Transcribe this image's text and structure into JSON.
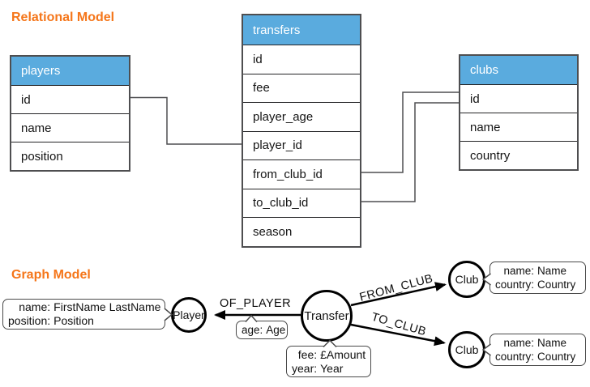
{
  "colors": {
    "accent_orange": "#f5761a",
    "table_header_blue": "#5aabde"
  },
  "relational": {
    "title": "Relational Model",
    "tables": {
      "players": {
        "name": "players",
        "rows": [
          "id",
          "name",
          "position"
        ]
      },
      "transfers": {
        "name": "transfers",
        "rows": [
          "id",
          "fee",
          "player_age",
          "player_id",
          "from_club_id",
          "to_club_id",
          "season"
        ]
      },
      "clubs": {
        "name": "clubs",
        "rows": [
          "id",
          "name",
          "country"
        ]
      }
    }
  },
  "graph": {
    "title": "Graph Model",
    "nodes": {
      "player": "Player",
      "transfer": "Transfer",
      "club_from": "Club",
      "club_to": "Club"
    },
    "edges": {
      "of_player": "OF_PLAYER",
      "from_club": "FROM_CLUB",
      "to_club": "TO_CLUB"
    },
    "callouts": {
      "player": [
        {
          "k": "name:",
          "v": "FirstName LastName"
        },
        {
          "k": "position:",
          "v": "Position"
        }
      ],
      "age": [
        {
          "k": "age:",
          "v": "Age"
        }
      ],
      "transfer": [
        {
          "k": "fee:",
          "v": "£Amount"
        },
        {
          "k": "year:",
          "v": "Year"
        }
      ],
      "club_from": [
        {
          "k": "name:",
          "v": "Name"
        },
        {
          "k": "country:",
          "v": "Country"
        }
      ],
      "club_to": [
        {
          "k": "name:",
          "v": "Name"
        },
        {
          "k": "country:",
          "v": "Country"
        }
      ]
    }
  }
}
